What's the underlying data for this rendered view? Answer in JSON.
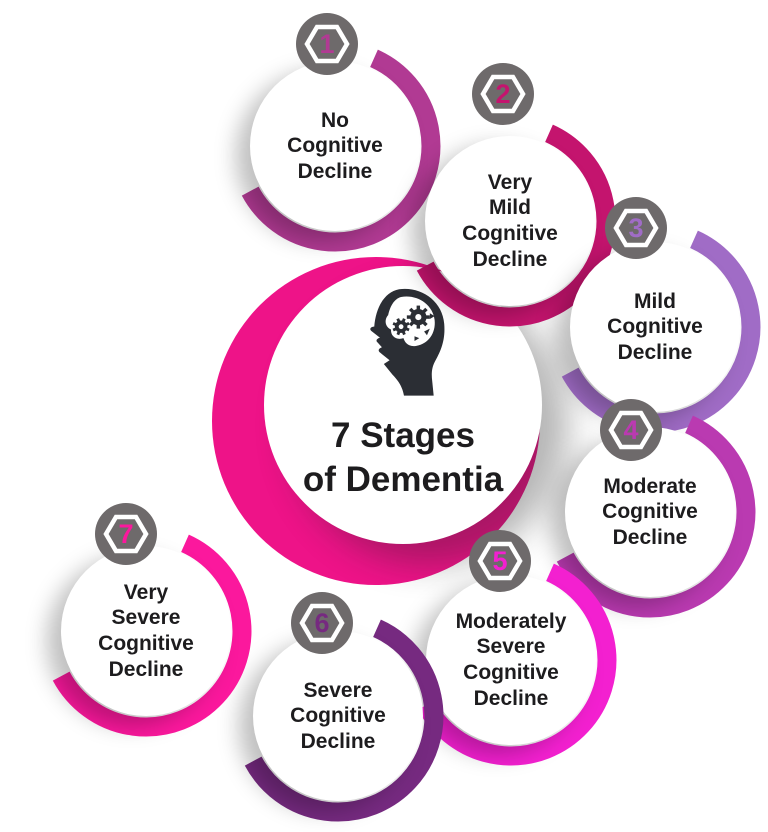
{
  "center": {
    "title_line1": "7 Stages",
    "title_line2": "of Dementia",
    "title_full": "7 Stages of Dementia",
    "icon": "brain-head-icon"
  },
  "colors": {
    "background": "#ffffff",
    "center_pink": "#ee1388",
    "badge_gray": "#6e6a6b",
    "text": "#1d1c1e",
    "icon_dark": "#2b2e34"
  },
  "stages": [
    {
      "number": "1",
      "label": "No Cognitive Decline",
      "lines": [
        "No",
        "Cognitive",
        "Decline"
      ],
      "color": "#b13a93"
    },
    {
      "number": "2",
      "label": "Very Mild Cognitive Decline",
      "lines": [
        "Very",
        "Mild",
        "Cognitive",
        "Decline"
      ],
      "color": "#c4146e"
    },
    {
      "number": "3",
      "label": "Mild Cognitive Decline",
      "lines": [
        "Mild",
        "Cognitive",
        "Decline"
      ],
      "color": "#a06cc6"
    },
    {
      "number": "4",
      "label": "Moderate Cognitive Decline",
      "lines": [
        "Moderate",
        "Cognitive",
        "Decline"
      ],
      "color": "#ba3ab1"
    },
    {
      "number": "5",
      "label": "Moderately Severe Cognitive Decline",
      "lines": [
        "Moderately",
        "Severe",
        "Cognitive",
        "Decline"
      ],
      "color": "#f320d0"
    },
    {
      "number": "6",
      "label": "Severe Cognitive Decline",
      "lines": [
        "Severe",
        "Cognitive",
        "Decline"
      ],
      "color": "#762a80"
    },
    {
      "number": "7",
      "label": "Very Severe Cognitive Decline",
      "lines": [
        "Very",
        "Severe",
        "Cognitive",
        "Decline"
      ],
      "color": "#fb189d"
    }
  ]
}
